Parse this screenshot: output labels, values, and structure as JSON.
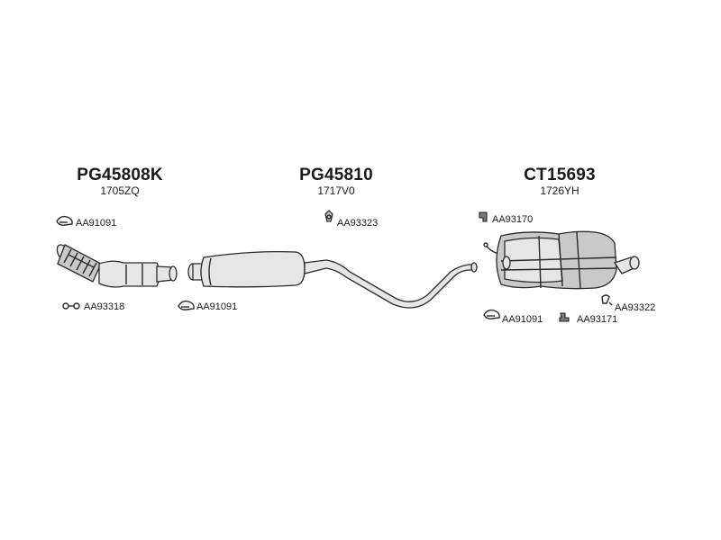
{
  "groups": [
    {
      "code": "PG45808K",
      "sub": "1705ZQ"
    },
    {
      "code": "PG45810",
      "sub": "1717V0"
    },
    {
      "code": "CT15693",
      "sub": "1726YH"
    }
  ],
  "parts": {
    "clamp_front_top": "AA91091",
    "gasket_front": "AA93318",
    "clamp_mid": "AA91091",
    "hanger_mid": "AA93323",
    "bracket_rear_top": "AA93170",
    "hanger_rear_right": "AA93322",
    "clamp_rear": "AA91091",
    "bracket_rear": "AA93171"
  }
}
